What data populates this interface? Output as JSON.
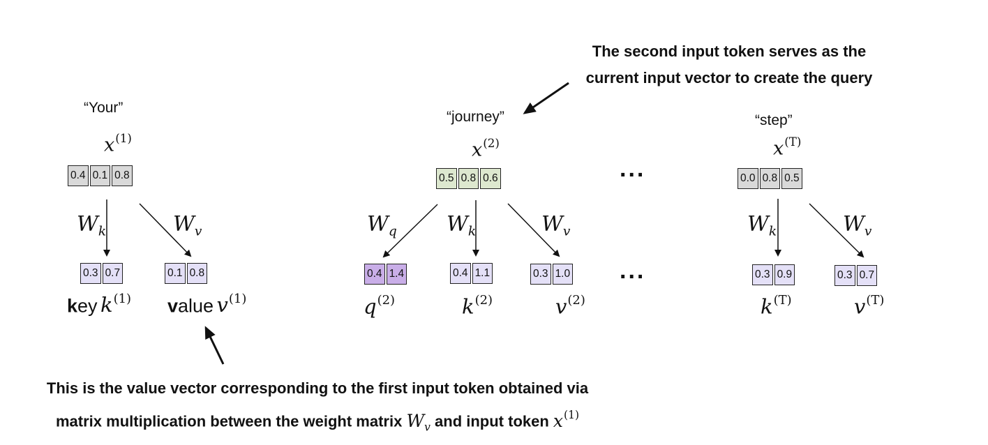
{
  "annotations": {
    "top_line1": "The second input token serves as the",
    "top_line2": "current input vector to create the query",
    "bottom_line1": "This is the value vector corresponding to the first input token obtained via",
    "bottom_line2_pre": "matrix multiplication between the weight matrix",
    "bottom_line2_mid": "and input token"
  },
  "tokens": [
    {
      "word": "“Your”",
      "index": "(1)",
      "vector": [
        "0.4",
        "0.1",
        "0.8"
      ]
    },
    {
      "word": "“journey”",
      "index": "(2)",
      "vector": [
        "0.5",
        "0.8",
        "0.6"
      ]
    },
    {
      "word": "“step”",
      "index": "(T)",
      "vector": [
        "0.0",
        "0.8",
        "0.5"
      ]
    }
  ],
  "weights": {
    "k": "k",
    "v": "v",
    "q": "q"
  },
  "outputs": {
    "key1": [
      "0.3",
      "0.7"
    ],
    "value1": [
      "0.1",
      "0.8"
    ],
    "query2": [
      "0.4",
      "1.4"
    ],
    "key2": [
      "0.4",
      "1.1"
    ],
    "value2": [
      "0.3",
      "1.0"
    ],
    "keyT": [
      "0.3",
      "0.9"
    ],
    "valueT": [
      "0.3",
      "0.7"
    ]
  },
  "labels": {
    "key_bold": "k",
    "key_rest": "ey",
    "value_bold": "v",
    "value_rest": "alue",
    "ellipsis": "..."
  },
  "colors": {
    "input_gray": "#d9d9d9",
    "input_green": "#dde8cf",
    "output_lavender": "#e4e0f7",
    "query_purple": "#c9aee8"
  }
}
